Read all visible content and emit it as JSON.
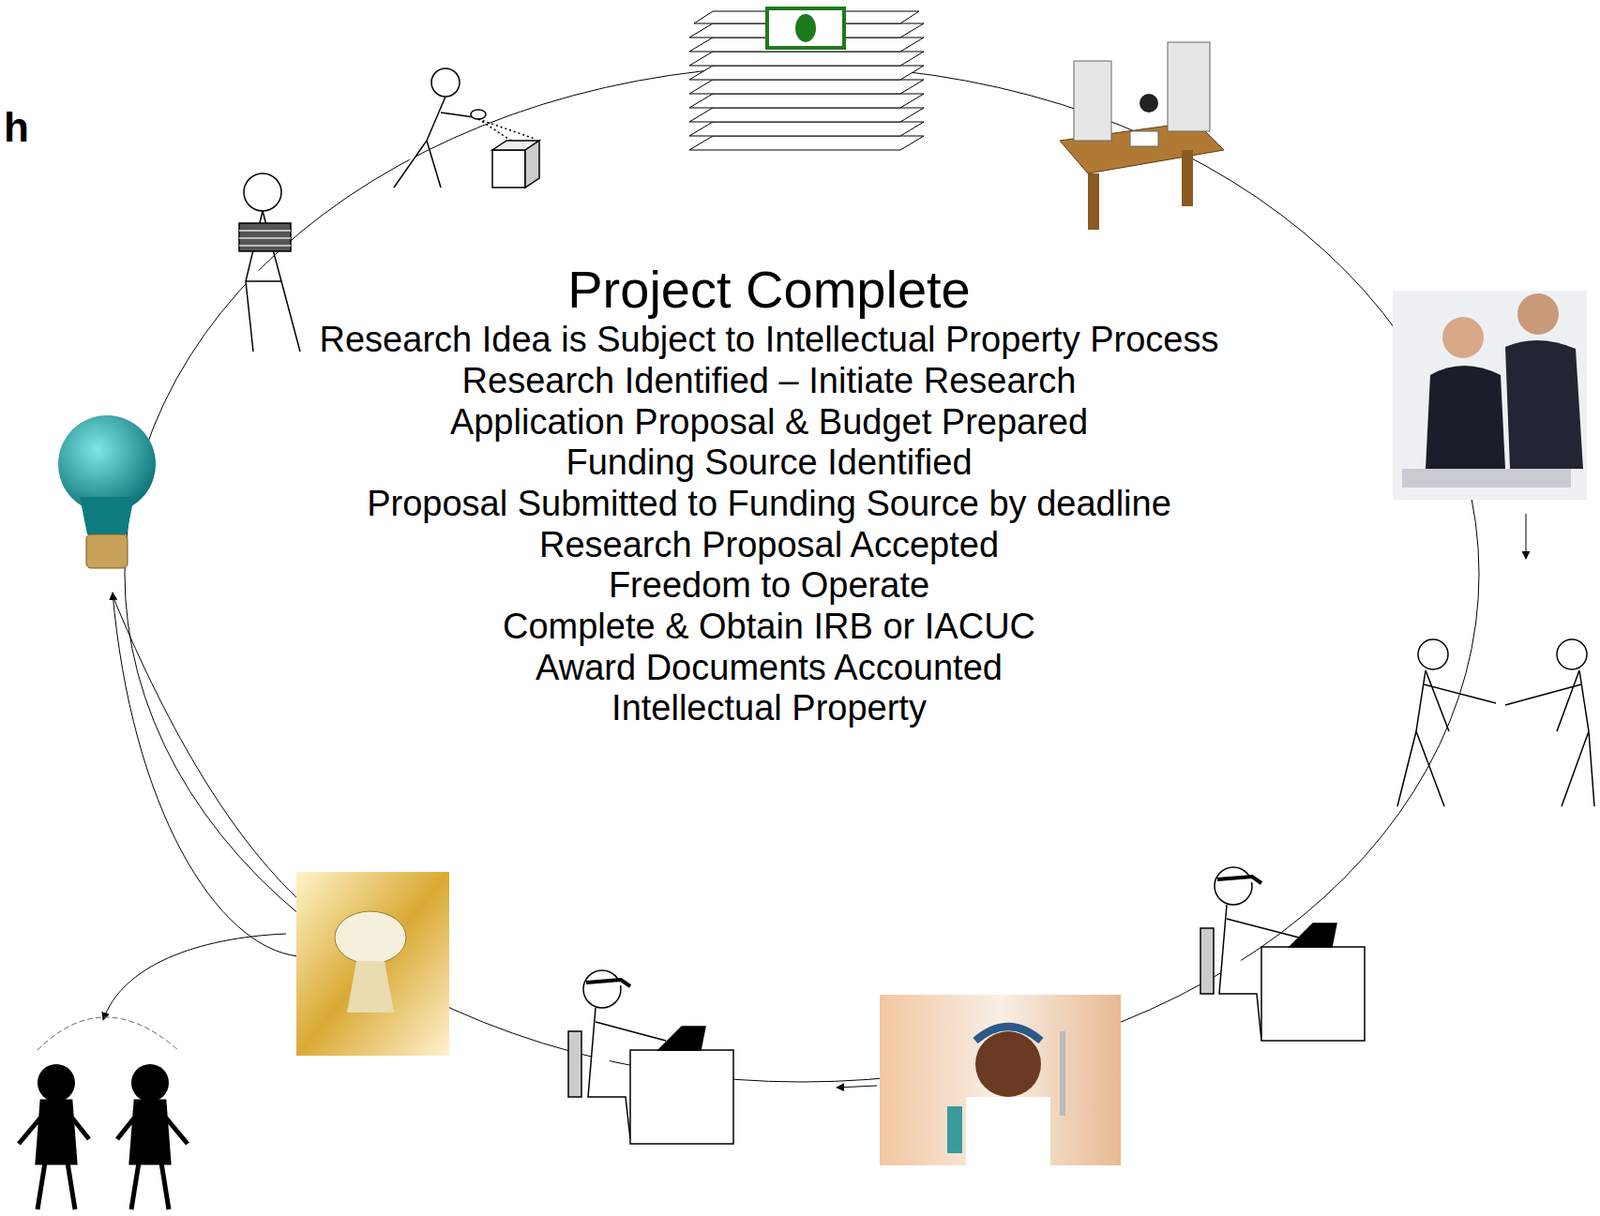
{
  "diagram": {
    "labels": [
      "h",
      "Project Complete",
      "Research Idea is Subject to Intellectual Property Process",
      "Research Identified – Initiate Research",
      "Application Proposal & Budget Prepared",
      "Funding Source Identified",
      "Proposal Submitted to Funding Source by deadline",
      "Research Proposal Accepted",
      "Freedom to Operate",
      "Complete & Obtain IRB or IACUC",
      "Award Documents Accounted",
      "Intellectual Property"
    ]
  }
}
